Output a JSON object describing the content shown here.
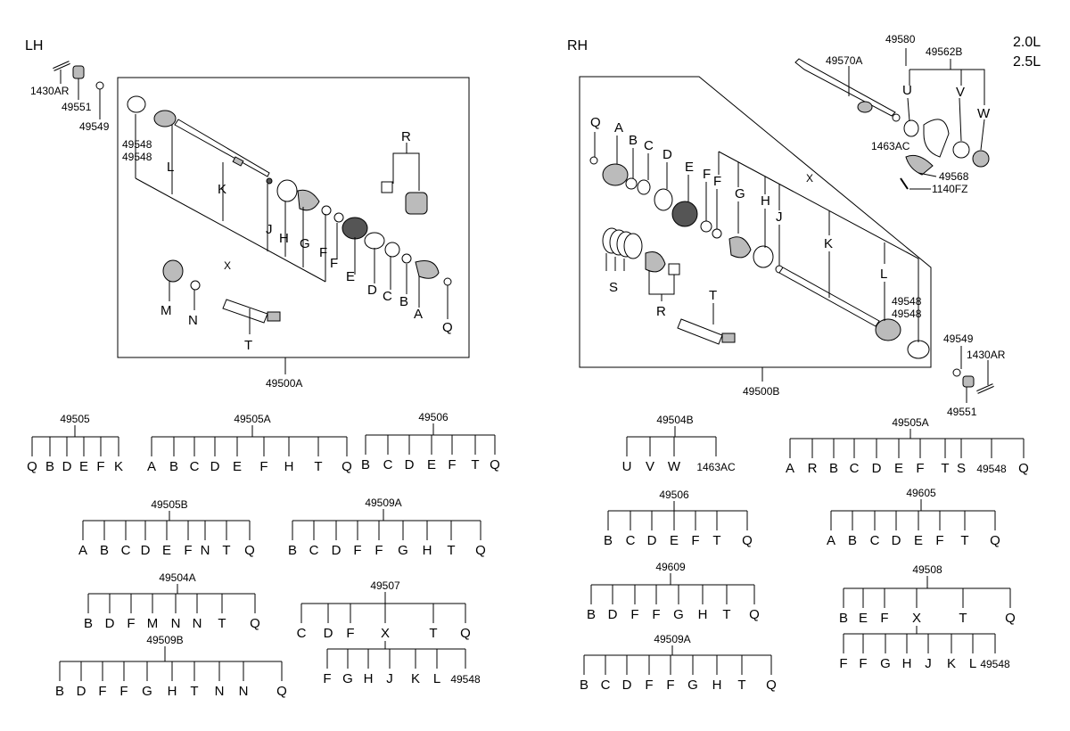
{
  "headings": {
    "lh": "LH",
    "rh": "RH",
    "engine_a": "2.0L",
    "engine_b": "2.5L"
  },
  "lh_parts": {
    "bolt": "1430AR",
    "nut": "49551",
    "washer": "49549",
    "code_a": "49548",
    "code_b": "49548",
    "assembly": "49500A",
    "L": "L",
    "K": "K",
    "X": "X",
    "J": "J",
    "H": "H",
    "G": "G",
    "F1": "F",
    "F2": "F",
    "E": "E",
    "D": "D",
    "C": "C",
    "B": "B",
    "A": "A",
    "Q": "Q",
    "R": "R",
    "M": "M",
    "N": "N",
    "T": "T"
  },
  "rh_parts": {
    "shaft": "49570A",
    "code_580": "49580",
    "code_562": "49562B",
    "U": "U",
    "V": "V",
    "W": "W",
    "code_1463": "1463AC",
    "code_568": "49568",
    "code_1140": "1140FZ",
    "Q": "Q",
    "A": "A",
    "B": "B",
    "C": "C",
    "D": "D",
    "E": "E",
    "F1": "F",
    "F2": "F",
    "G": "G",
    "H": "H",
    "J": "J",
    "X": "X",
    "K": "K",
    "L": "L",
    "S": "S",
    "R": "R",
    "T": "T",
    "code_a": "49548",
    "code_b": "49548",
    "washer": "49549",
    "bolt": "1430AR",
    "nut": "49551",
    "assembly": "49500B"
  },
  "kits": [
    {
      "code": "49505",
      "items": [
        "Q",
        "B",
        "D",
        "E",
        "F",
        "K"
      ]
    },
    {
      "code": "49505A",
      "items": [
        "A",
        "B",
        "C",
        "D",
        "E",
        "F",
        "H",
        "T",
        "Q"
      ]
    },
    {
      "code": "49506",
      "items": [
        "B",
        "C",
        "D",
        "E",
        "F",
        "T",
        "Q"
      ]
    },
    {
      "code": "49505B",
      "items": [
        "A",
        "B",
        "C",
        "D",
        "E",
        "F",
        "N",
        "T",
        "Q"
      ]
    },
    {
      "code": "49509A",
      "items": [
        "B",
        "C",
        "D",
        "F",
        "F",
        "G",
        "H",
        "T",
        "Q"
      ]
    },
    {
      "code": "49504A",
      "items": [
        "B",
        "D",
        "F",
        "M",
        "N",
        "N",
        "T",
        "Q"
      ]
    },
    {
      "code": "49507",
      "items": [
        "C",
        "D",
        "F",
        "X",
        "T",
        "Q"
      ],
      "sub": [
        "F",
        "G",
        "H",
        "J",
        "K",
        "L",
        "49548"
      ]
    },
    {
      "code": "49509B",
      "items": [
        "B",
        "D",
        "F",
        "F",
        "G",
        "H",
        "T",
        "N",
        "N",
        "Q"
      ]
    },
    {
      "code": "49504B",
      "items": [
        "U",
        "V",
        "W",
        "1463AC"
      ]
    },
    {
      "code": "49505A",
      "items": [
        "A",
        "R",
        "B",
        "C",
        "D",
        "E",
        "F",
        "T",
        "S",
        "49548",
        "Q"
      ]
    },
    {
      "code": "49506",
      "items": [
        "B",
        "C",
        "D",
        "E",
        "F",
        "T",
        "Q"
      ]
    },
    {
      "code": "49605",
      "items": [
        "A",
        "B",
        "C",
        "D",
        "E",
        "F",
        "T",
        "Q"
      ]
    },
    {
      "code": "49609",
      "items": [
        "B",
        "D",
        "F",
        "F",
        "G",
        "H",
        "T",
        "Q"
      ]
    },
    {
      "code": "49508",
      "items": [
        "B",
        "E",
        "F",
        "X",
        "T",
        "Q"
      ],
      "sub": [
        "F",
        "F",
        "G",
        "H",
        "J",
        "K",
        "L",
        "49548"
      ]
    },
    {
      "code": "49509A",
      "items": [
        "B",
        "C",
        "D",
        "F",
        "F",
        "G",
        "H",
        "T",
        "Q"
      ]
    }
  ]
}
